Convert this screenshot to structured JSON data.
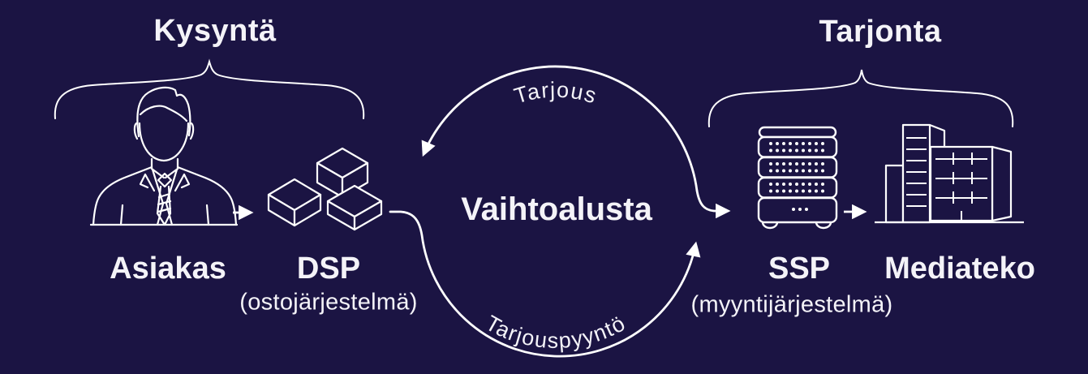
{
  "canvas": {
    "background_color": "#1b1443",
    "line_color": "#ffffff",
    "text_color": "#f4f3f8"
  },
  "demand": {
    "title": "Kysyntä",
    "actor_label": "Asiakas",
    "dsp_label": "DSP",
    "dsp_sublabel": "(ostojärjestelmä)"
  },
  "exchange": {
    "label": "Vaihtoalusta",
    "top_flow_label": "Tarjous",
    "bottom_flow_label": "Tarjouspyyntö"
  },
  "supply": {
    "title": "Tarjonta",
    "ssp_label": "SSP",
    "ssp_sublabel": "(myyntijärjestelmä)",
    "media_label": "Mediateko"
  },
  "icons": {
    "actor": "businessman-icon",
    "dsp": "stacked-boxes-icon",
    "ssp": "server-rack-icon",
    "media": "buildings-icon",
    "flow": "circular-arrows"
  }
}
